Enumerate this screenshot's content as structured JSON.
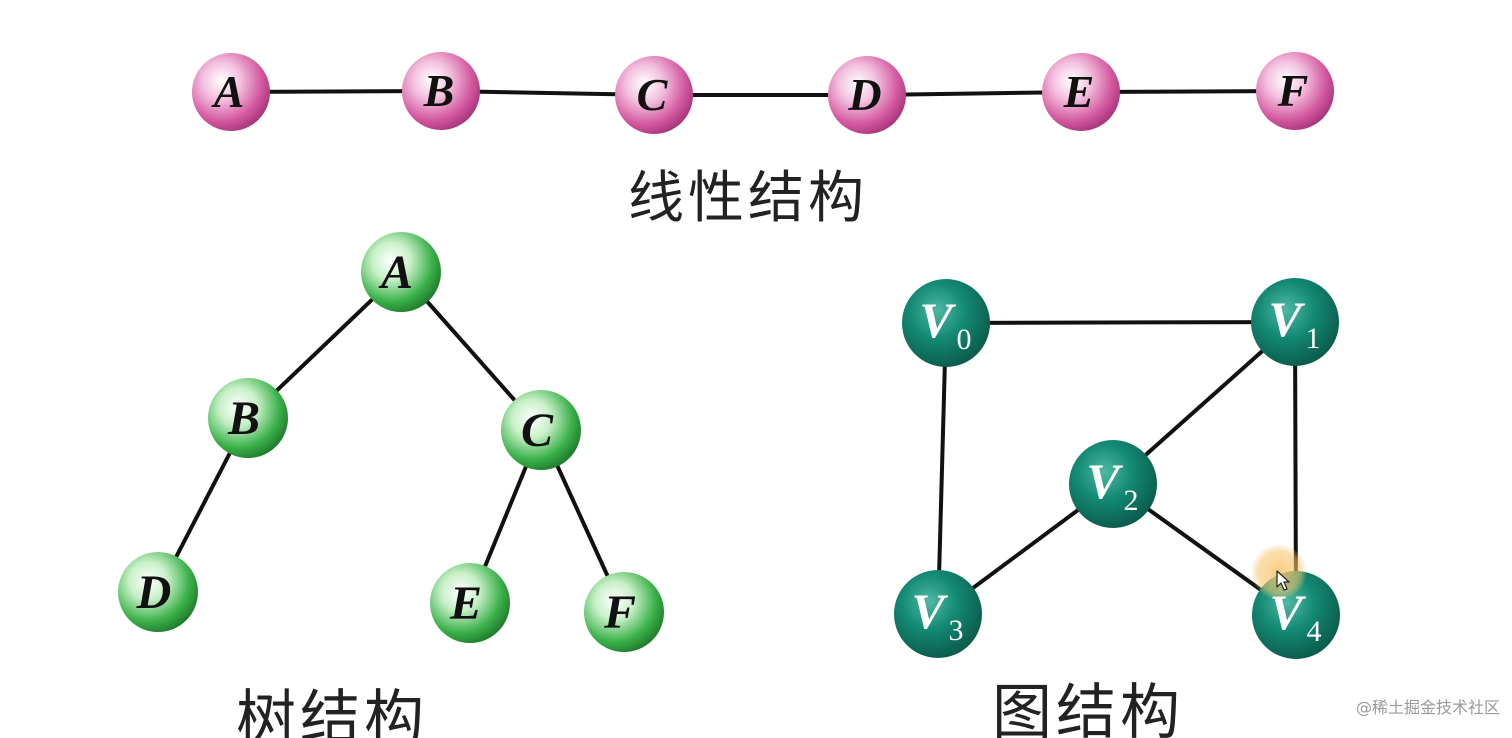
{
  "linear": {
    "caption": "线性结构",
    "nodes": [
      "A",
      "B",
      "C",
      "D",
      "E",
      "F"
    ],
    "color": "#d45aa0"
  },
  "tree": {
    "caption": "树结构",
    "nodes": [
      "A",
      "B",
      "C",
      "D",
      "E",
      "F"
    ],
    "edges": [
      [
        "A",
        "B"
      ],
      [
        "A",
        "C"
      ],
      [
        "B",
        "D"
      ],
      [
        "C",
        "E"
      ],
      [
        "C",
        "F"
      ]
    ],
    "color": "#3bb14a"
  },
  "graph": {
    "caption": "图结构",
    "nodes": [
      {
        "id": "V0",
        "letter": "V",
        "sub": "0"
      },
      {
        "id": "V1",
        "letter": "V",
        "sub": "1"
      },
      {
        "id": "V2",
        "letter": "V",
        "sub": "2"
      },
      {
        "id": "V3",
        "letter": "V",
        "sub": "3"
      },
      {
        "id": "V4",
        "letter": "V",
        "sub": "4"
      }
    ],
    "edges": [
      [
        "V0",
        "V1"
      ],
      [
        "V0",
        "V3"
      ],
      [
        "V1",
        "V2"
      ],
      [
        "V1",
        "V4"
      ],
      [
        "V2",
        "V3"
      ],
      [
        "V2",
        "V4"
      ]
    ],
    "color": "#0f7f6a"
  },
  "watermark": "@稀土掘金技术社区"
}
